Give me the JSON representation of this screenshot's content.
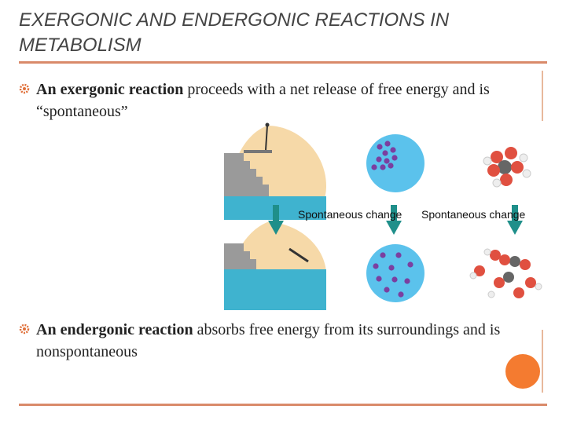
{
  "slide": {
    "title": "EXERGONIC AND ENDERGONIC REACTIONS IN METABOLISM",
    "bullets": [
      {
        "bold": "An exergonic reaction",
        "rest": " proceeds with a net release of free energy and is “spontaneous”"
      },
      {
        "bold": "An endergonic reaction",
        "rest": " absorbs free energy from its surroundings and is nonspontaneous"
      }
    ],
    "figure": {
      "caption_1": "Spontaneous change",
      "caption_2": "Spontaneous change"
    }
  },
  "colors": {
    "accent": "#f47b30",
    "rule": "#d98a6a",
    "water": "#3fb3cf",
    "arrow": "#1f8f8a",
    "gas_circle": "#5bc2ec",
    "molecule_purple": "#7b3fa0"
  },
  "icons": {
    "bullet": "gear-bullet-icon",
    "arrow": "down-arrow-icon"
  }
}
